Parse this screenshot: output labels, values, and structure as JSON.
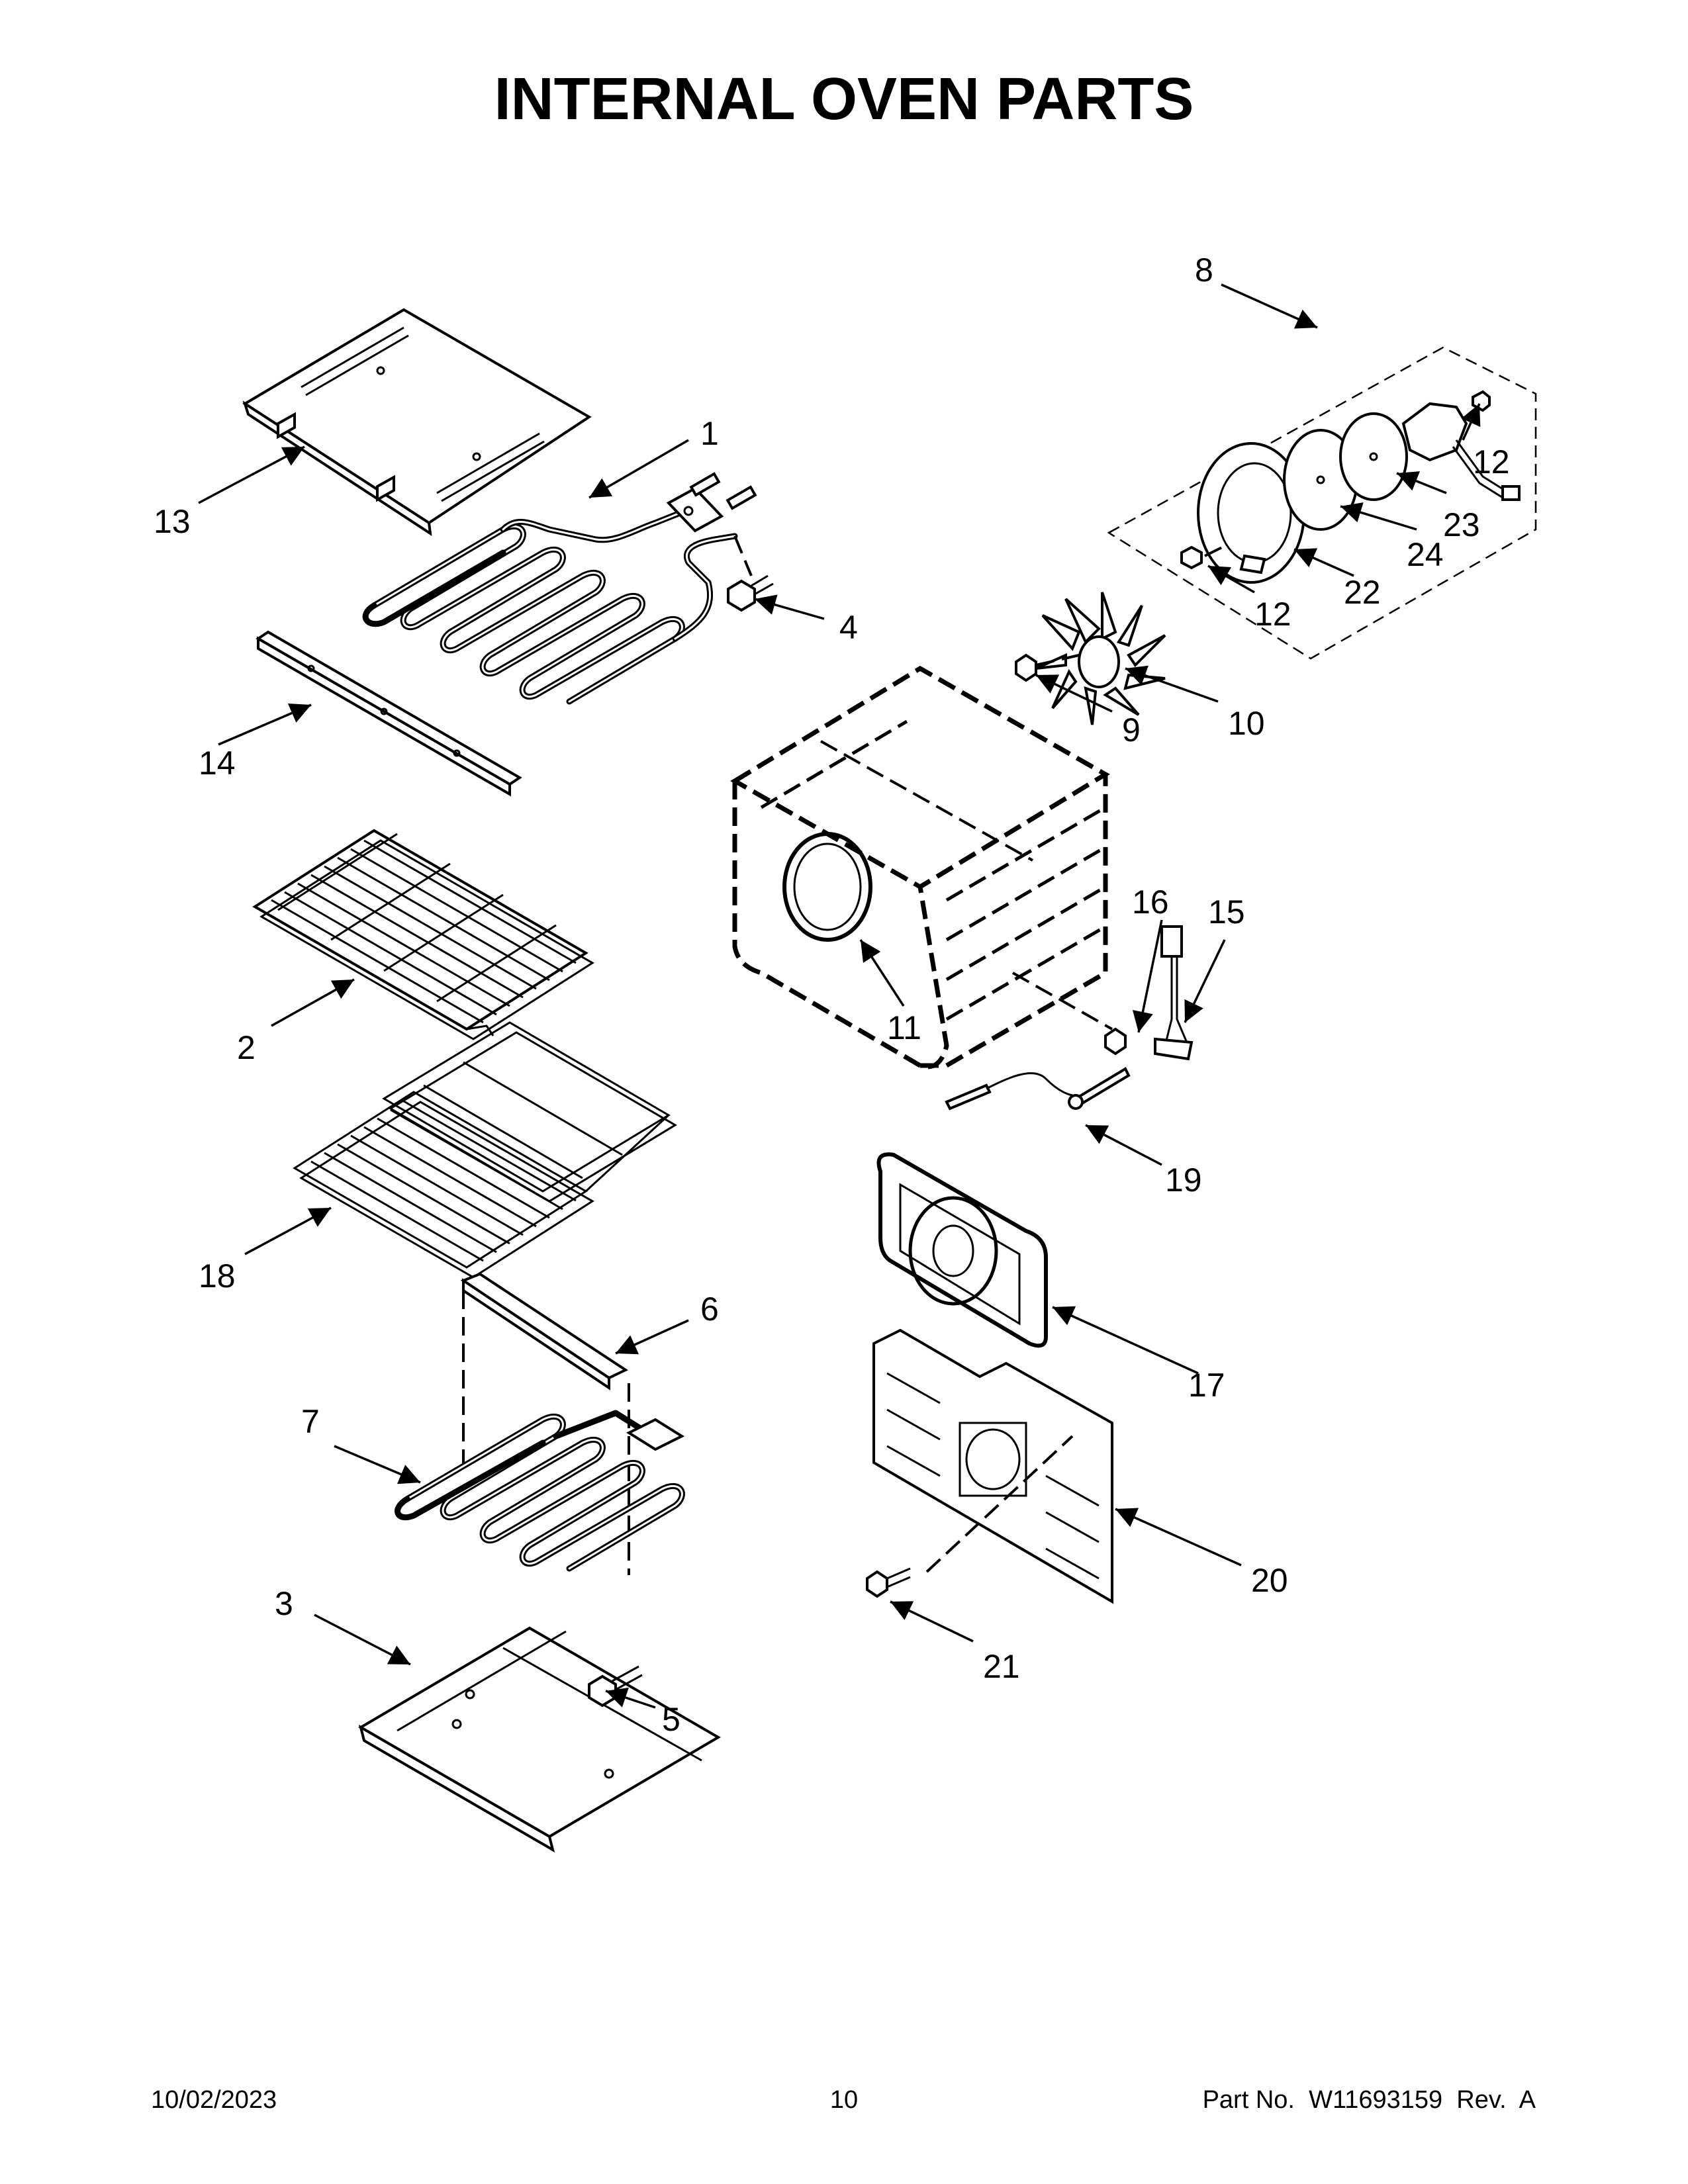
{
  "title": "INTERNAL OVEN PARTS",
  "footer": {
    "date": "10/02/2023",
    "page": "10",
    "part_no": "Part No.  W11693159  Rev.  A"
  },
  "callouts": {
    "c1": "1",
    "c2": "2",
    "c3": "3",
    "c4": "4",
    "c5": "5",
    "c6": "6",
    "c7": "7",
    "c8": "8",
    "c9": "9",
    "c10": "10",
    "c11": "11",
    "c12a": "12",
    "c12b": "12",
    "c13": "13",
    "c14": "14",
    "c15": "15",
    "c16": "16",
    "c17": "17",
    "c18": "18",
    "c19": "19",
    "c20": "20",
    "c21": "21",
    "c22": "22",
    "c23": "23",
    "c24": "24"
  }
}
